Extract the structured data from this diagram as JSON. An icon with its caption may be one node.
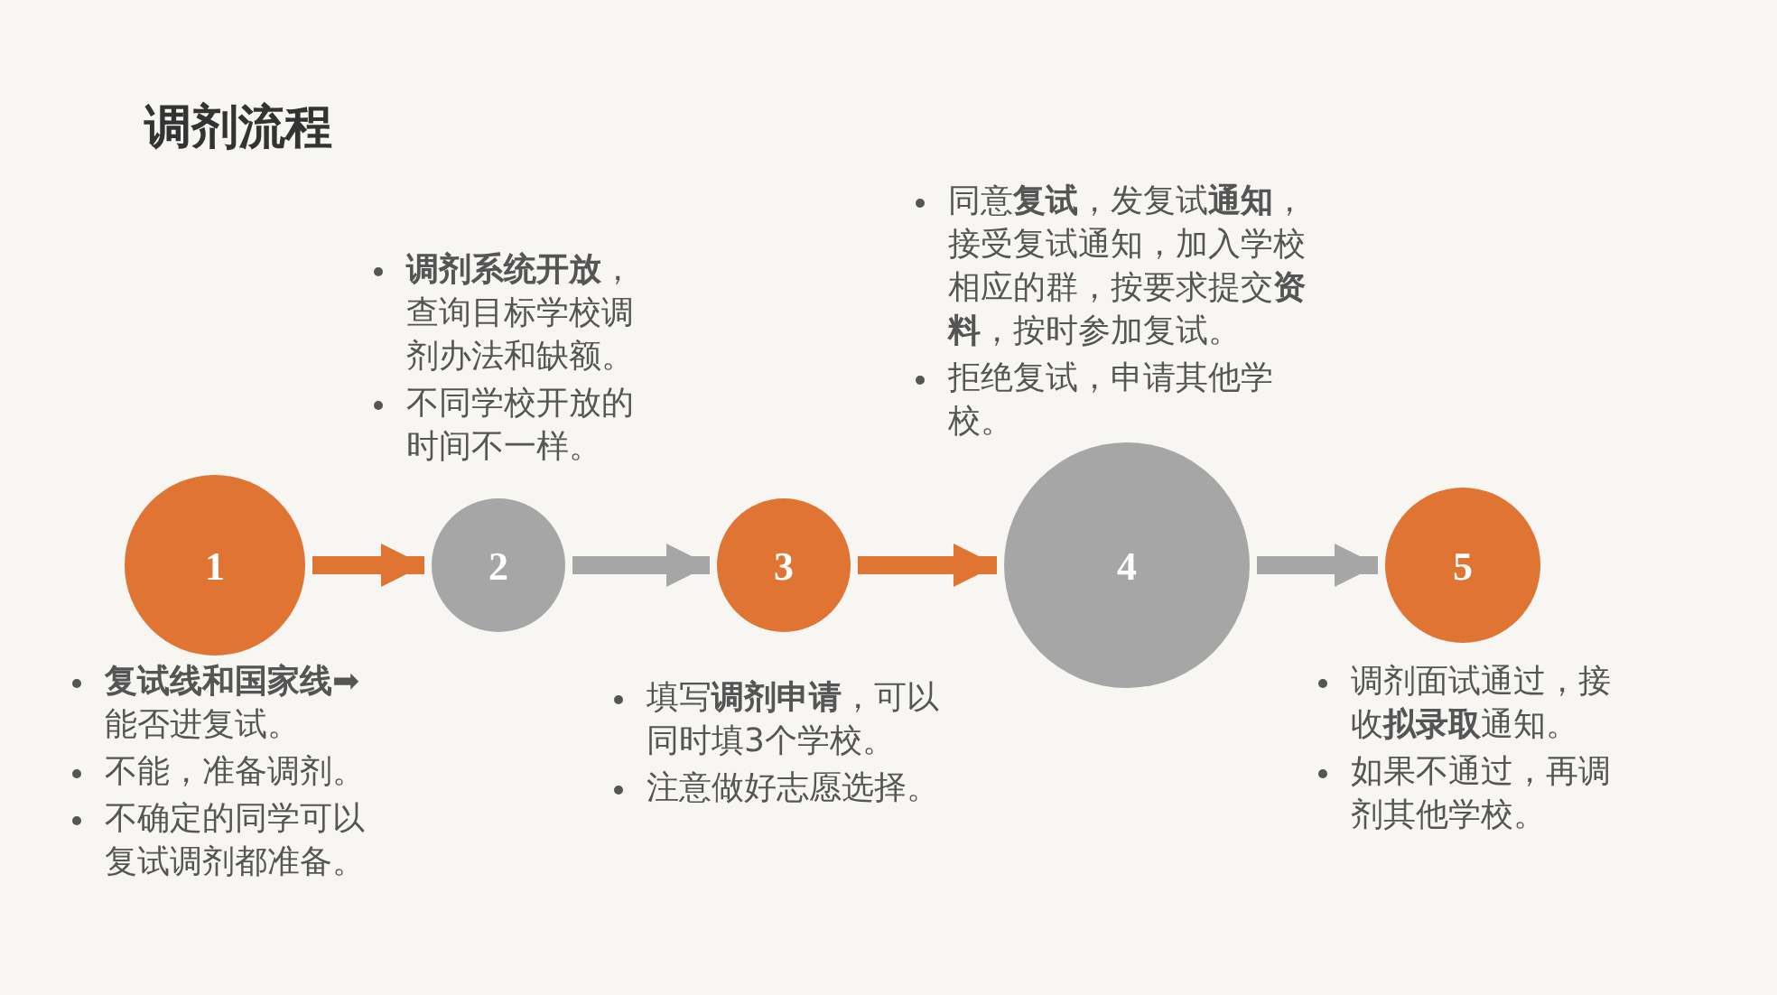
{
  "diagram": {
    "title": "调剂流程",
    "nodes": [
      {
        "text": [
          "1"
        ],
        "beside": [
          "**复试线和国家线**➡能否进复试。",
          "不能，准备调剂。",
          "不确定的同学可以复试调剂都准备。"
        ]
      },
      {
        "text": [
          "2"
        ],
        "beside": [
          "**调剂系统开放**，查询目标学校调剂办法和缺额。",
          "不同学校开放的时间不一样。"
        ]
      },
      {
        "text": [
          "3"
        ],
        "beside": [
          "填写**调剂申请**，可以同时填3个学校。",
          "注意做好志愿选择。"
        ]
      },
      {
        "text": [
          "4"
        ],
        "beside": [
          "同意**复试**，发复试**通知**，接受复试通知，加入学校相应的群，按要求提交**资料**，按时参加复试。",
          "拒绝复试，申请其他学校。"
        ]
      },
      {
        "text": [
          "5"
        ],
        "beside": [
          "调剂面试通过，接收**拟录取**通知。",
          "如果不通过，再调剂其他学校。"
        ]
      }
    ],
    "edges": [
      {
        "from": 0,
        "to": 1,
        "arrow": "to",
        "color": "#e07433"
      },
      {
        "from": 1,
        "to": 2,
        "arrow": "to",
        "color": "#a6a6a6"
      },
      {
        "from": 2,
        "to": 3,
        "arrow": "to",
        "color": "#e07433"
      },
      {
        "from": 3,
        "to": 4,
        "arrow": "to",
        "color": "#a6a6a6"
      }
    ]
  }
}
